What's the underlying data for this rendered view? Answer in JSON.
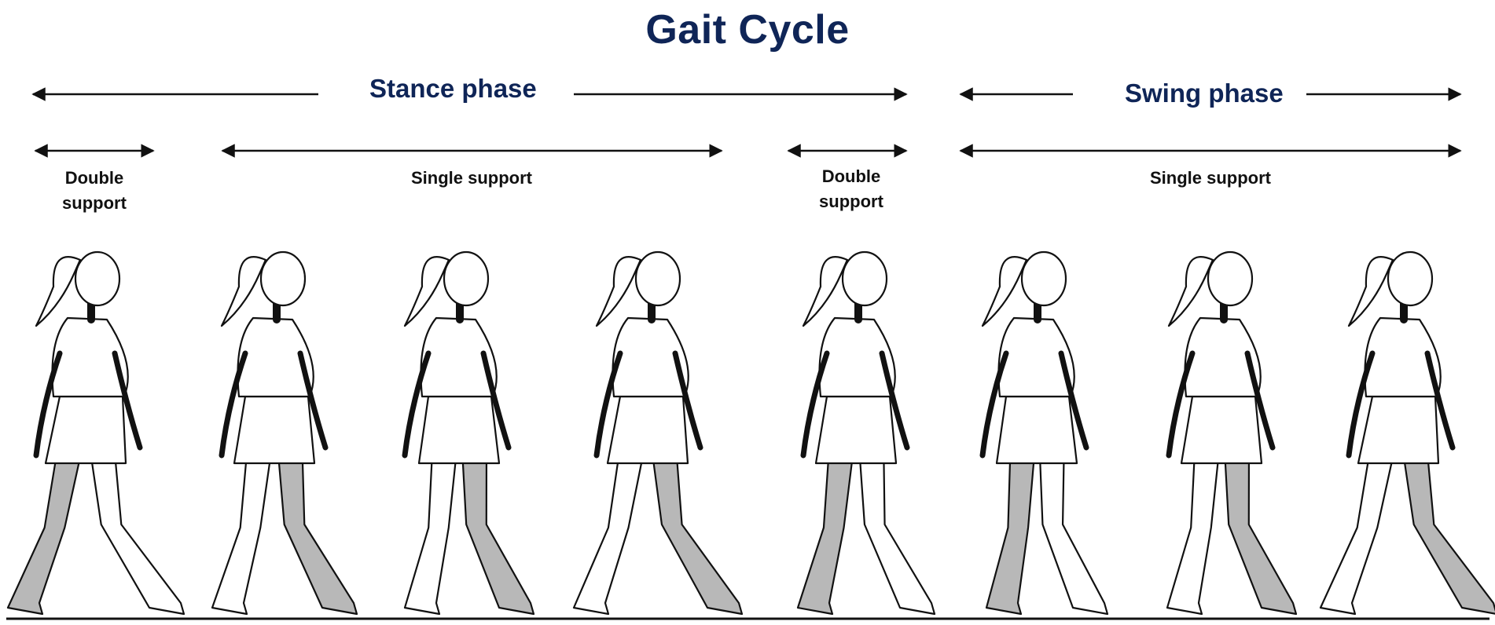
{
  "title": "Gait Cycle",
  "phases": {
    "stance": {
      "label": "Stance phase"
    },
    "swing": {
      "label": "Swing phase"
    }
  },
  "segments": [
    {
      "label": "Double support"
    },
    {
      "label": "Single support"
    },
    {
      "label": "Double support"
    },
    {
      "label": "Single support"
    }
  ],
  "colors": {
    "title": "#0f2557",
    "highlighted_leg": "#b8b8b8",
    "line": "#111111"
  },
  "figures": [
    {
      "name": "figure-1",
      "highlighted_leg": "rear"
    },
    {
      "name": "figure-2",
      "highlighted_leg": "front"
    },
    {
      "name": "figure-3",
      "highlighted_leg": "front"
    },
    {
      "name": "figure-4",
      "highlighted_leg": "front"
    },
    {
      "name": "figure-5",
      "highlighted_leg": "rear"
    },
    {
      "name": "figure-6",
      "highlighted_leg": "rear"
    },
    {
      "name": "figure-7",
      "highlighted_leg": "front"
    },
    {
      "name": "figure-8",
      "highlighted_leg": "front"
    }
  ]
}
